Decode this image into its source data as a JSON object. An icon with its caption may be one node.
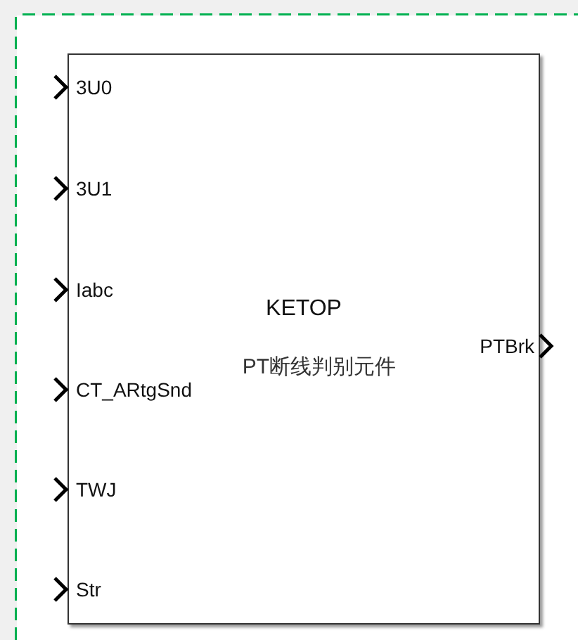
{
  "diagram": {
    "nodes": [
      {
        "text": [
          "KETOP",
          "PT断线判别元件"
        ]
      }
    ],
    "labels": [
      "3U0",
      "3U1",
      "Iabc",
      "CT_ARtgSnd",
      "TWJ",
      "Str",
      "PTBrk"
    ]
  }
}
